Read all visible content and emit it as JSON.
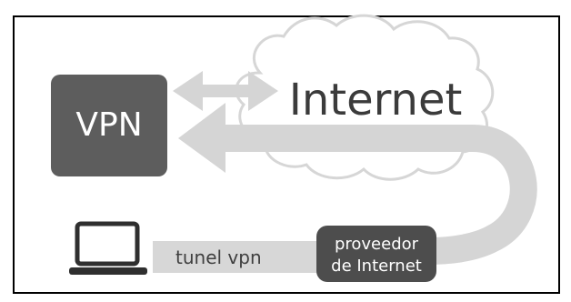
{
  "diagram": {
    "vpn_label": "VPN",
    "internet_label": "Internet",
    "tunnel_label": "tunel vpn",
    "isp_label_line1": "proveedor",
    "isp_label_line2": "de Internet"
  },
  "colors": {
    "frame_border": "#000000",
    "background": "#ffffff",
    "vpn_box": "#5d5d5d",
    "isp_box": "#4d4d4d",
    "tunnel": "#d7d7d7",
    "arrow": "#d5d5d5",
    "cloud_fill": "#ffffff",
    "cloud_stroke": "#d6d6d6",
    "text_dark": "#3b3b3b",
    "text_light": "#ffffff",
    "laptop": "#2f2f2f"
  },
  "icons": [
    "laptop-icon",
    "cloud-icon",
    "bidirectional-arrow-icon",
    "return-arrow-icon"
  ]
}
